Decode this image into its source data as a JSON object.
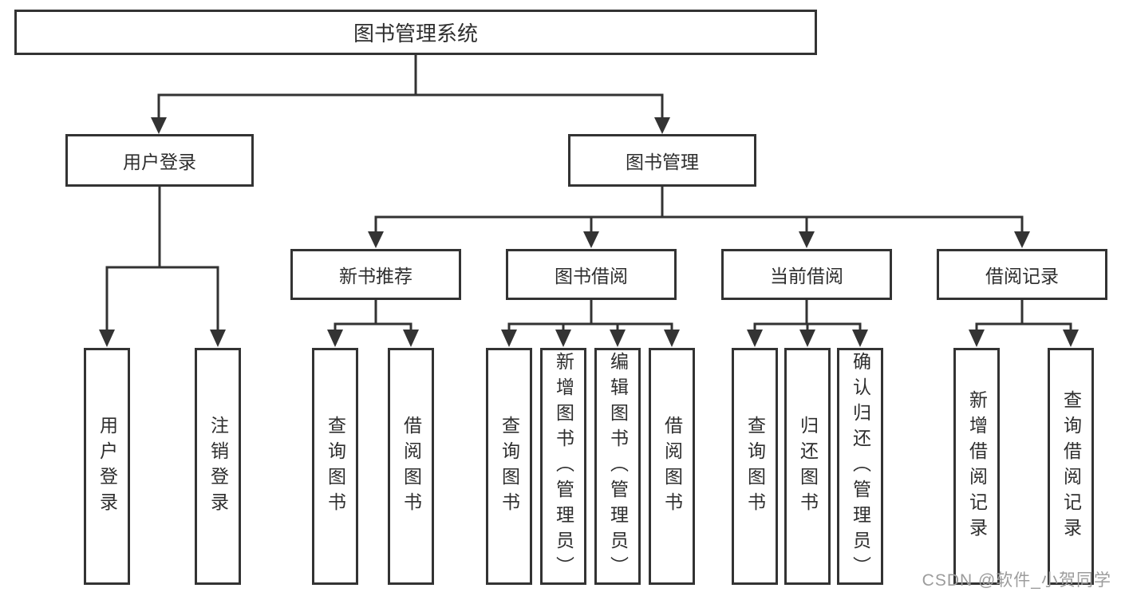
{
  "diagram": {
    "root": {
      "label": "图书管理系统",
      "children": [
        {
          "label": "用户登录",
          "children": [
            {
              "label": "用户登录"
            },
            {
              "label": "注销登录"
            }
          ]
        },
        {
          "label": "图书管理",
          "children": [
            {
              "label": "新书推荐",
              "children": [
                {
                  "label": "查询图书"
                },
                {
                  "label": "借阅图书"
                }
              ]
            },
            {
              "label": "图书借阅",
              "children": [
                {
                  "label": "查询图书"
                },
                {
                  "label": "新增图书（管理员）"
                },
                {
                  "label": "编辑图书（管理员）"
                },
                {
                  "label": "借阅图书"
                }
              ]
            },
            {
              "label": "当前借阅",
              "children": [
                {
                  "label": "查询图书"
                },
                {
                  "label": "归还图书"
                },
                {
                  "label": "确认归还（管理员）"
                }
              ]
            },
            {
              "label": "借阅记录",
              "children": [
                {
                  "label": "新增借阅记录"
                },
                {
                  "label": "查询借阅记录"
                }
              ]
            }
          ]
        }
      ]
    }
  },
  "watermark": {
    "text": "CSDN @软件_小贺同学"
  },
  "colors": {
    "line": "#333333",
    "text": "#2e2e2e",
    "node_fill": "#ffffff",
    "background": "#ffffff",
    "watermark": "#9c9c9c"
  }
}
